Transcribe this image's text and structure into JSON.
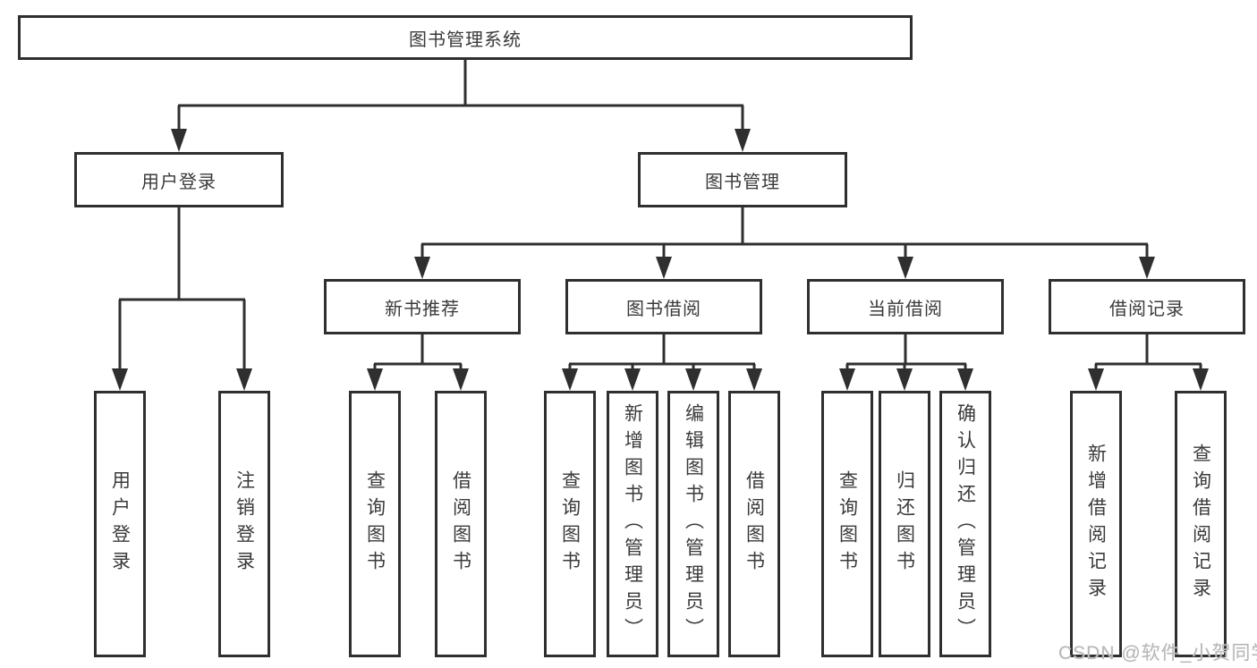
{
  "tree": {
    "root": {
      "label": "图书管理系统"
    },
    "user": {
      "label": "用户登录",
      "children": [
        {
          "label": "用户登录"
        },
        {
          "label": "注销登录"
        }
      ]
    },
    "mgmt": {
      "label": "图书管理",
      "children": [
        {
          "label": "新书推荐",
          "children": [
            {
              "label": "查询图书"
            },
            {
              "label": "借阅图书"
            }
          ]
        },
        {
          "label": "图书借阅",
          "children": [
            {
              "label": "查询图书"
            },
            {
              "label": "新增图书（管理员）"
            },
            {
              "label": "编辑图书（管理员）"
            },
            {
              "label": "借阅图书"
            }
          ]
        },
        {
          "label": "当前借阅",
          "children": [
            {
              "label": "查询图书"
            },
            {
              "label": "归还图书"
            },
            {
              "label": "确认归还（管理员）"
            }
          ]
        },
        {
          "label": "借阅记录",
          "children": [
            {
              "label": "新增借阅记录"
            },
            {
              "label": "查询借阅记录"
            }
          ]
        }
      ]
    }
  },
  "watermark": {
    "text": "CSDN @软件_小贺同学"
  },
  "colors": {
    "line": "#2f2f2f",
    "box_background": "#ffffff",
    "text": "#3a3a3a",
    "watermark": "#b9b9b9"
  }
}
